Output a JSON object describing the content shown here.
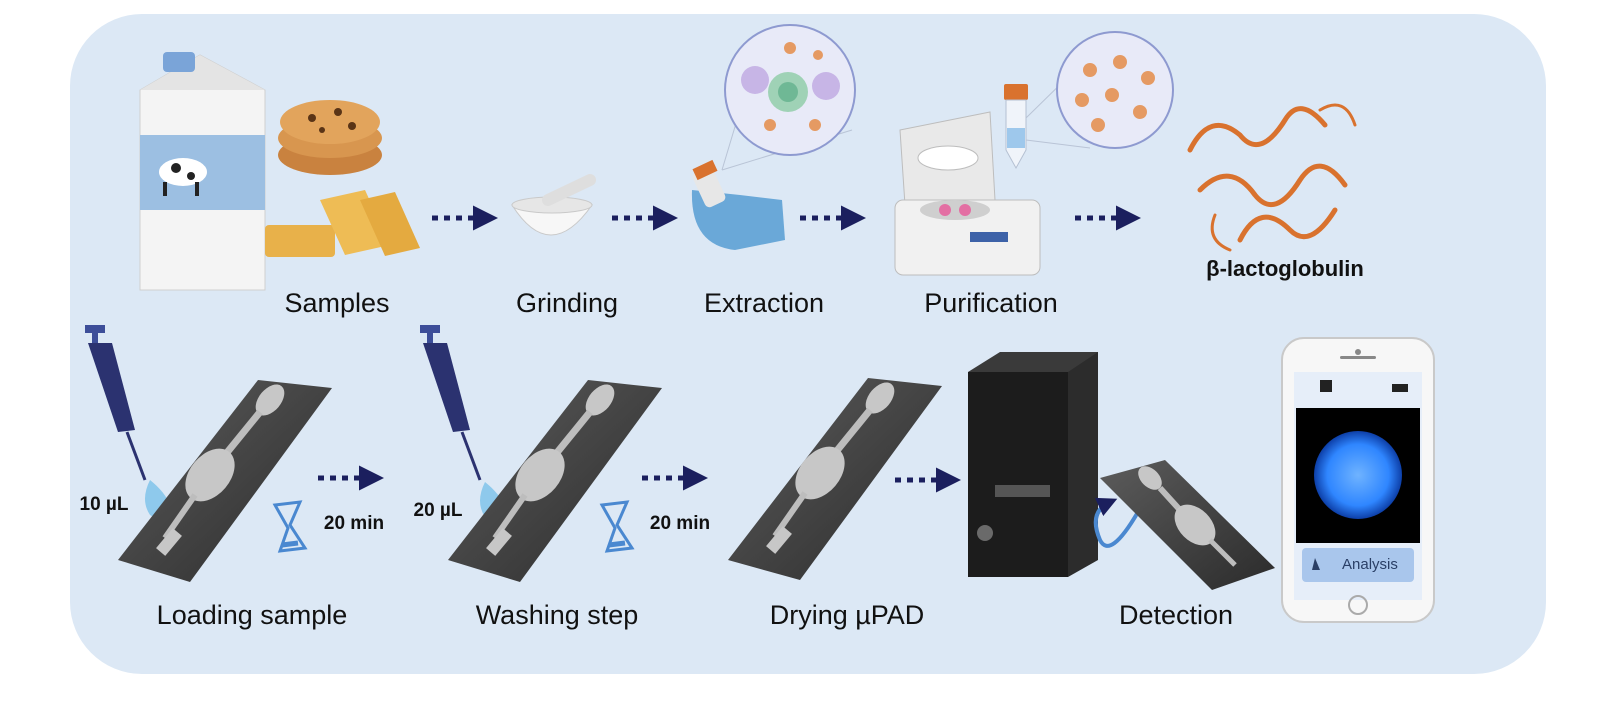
{
  "top_row": {
    "samples": "Samples",
    "grinding": "Grinding",
    "extraction": "Extraction",
    "purification": "Purification",
    "protein": "β-lactoglobulin"
  },
  "bottom_row": {
    "loading": "Loading sample",
    "washing": "Washing step",
    "drying": "Drying µPAD",
    "detection": "Detection",
    "volume_1": "10 µL",
    "volume_2": "20 µL",
    "time_1": "20 min",
    "time_2": "20 min",
    "analysis_button": "Analysis"
  },
  "colors": {
    "panel": "#dce8f5",
    "arrow": "#1b1f5e",
    "droplet": "#8ec9ec",
    "protein": "#d9722e",
    "screen_glow": "#2f86ff"
  }
}
